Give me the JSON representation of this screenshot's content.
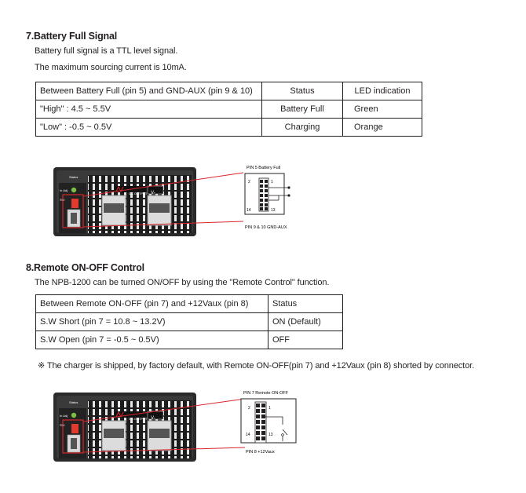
{
  "s7": {
    "title": "7.Battery Full Signal",
    "line1": "Battery full signal is a TTL level signal.",
    "line2": "The maximum sourcing current is 10mA.",
    "table": {
      "headers": [
        "Between Battery Full (pin 5) and GND-AUX (pin 9 & 10)",
        "Status",
        "LED indication"
      ],
      "rows": [
        [
          "\"High\" : 4.5 ~ 5.5V",
          "Battery Full",
          "Green"
        ],
        [
          "\"Low\" : -0.5 ~ 0.5V",
          "Charging",
          "Orange"
        ]
      ]
    },
    "figure": {
      "pin_top": "PIN 5  Battery Full",
      "pin_bottom": "PIN 9 & 10  GND-AUX",
      "n2": "2",
      "n1": "1",
      "n14": "14",
      "n13": "13"
    }
  },
  "s8": {
    "title": "8.Remote ON-OFF Control",
    "line1": "The NPB-1200 can be turned ON/OFF by using the \"Remote Control\" function.",
    "table": {
      "headers": [
        "Between Remote ON-OFF (pin 7) and +12Vaux (pin 8)",
        "Status"
      ],
      "rows": [
        [
          "S.W Short (pin 7 = 10.8 ~ 13.2V)",
          "ON (Default)"
        ],
        [
          "S.W Open (pin 7 = -0.5 ~ 0.5V)",
          "OFF"
        ]
      ]
    },
    "note": "※ The charger is shipped, by factory default, with Remote ON-OFF(pin 7) and +12Vaux (pin 8) shorted by connector.",
    "figure": {
      "pin_top": "PIN 7  Remote ON-OFF",
      "pin_bottom": "PIN 8  +12Vaux",
      "n2": "2",
      "n1": "1",
      "n14": "14",
      "n13": "13"
    }
  },
  "device": {
    "status": "Status",
    "in_adj": "In Adj",
    "sw": "SW",
    "dc_output": "DC OUTPUT",
    "v_minus": "V-"
  },
  "colors": {
    "link_line": "#d7262b",
    "led_green": "#7ac143",
    "switch_red": "#e23b2e",
    "text": "#231f20"
  }
}
